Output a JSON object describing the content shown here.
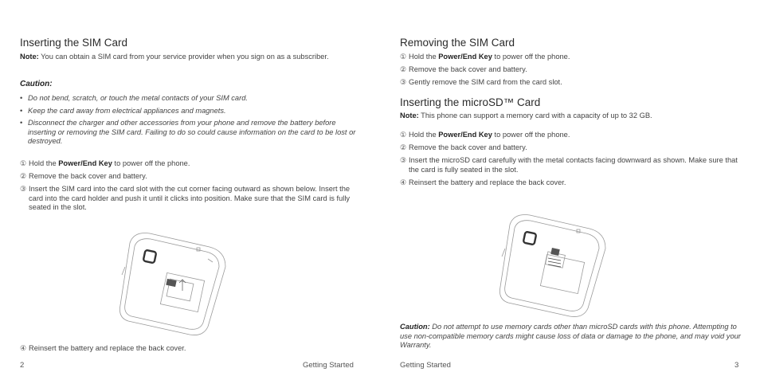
{
  "left": {
    "title": "Inserting the SIM Card",
    "note_label": "Note:",
    "note_text": " You can obtain a SIM card from your service provider when you sign on as a subscriber.",
    "caution_label": "Caution:",
    "bullets": [
      "Do not bend, scratch, or touch the metal contacts of your SIM card.",
      "Keep the card away from electrical appliances and magnets.",
      "Disconnect the charger and other accessories from your phone and remove the battery before inserting or removing the SIM card. Failing to do so could cause information on the card to be lost or destroyed."
    ],
    "steps": [
      {
        "num": "①",
        "pre": "Hold the ",
        "strong": "Power/End Key",
        "post": " to power off the phone."
      },
      {
        "num": "②",
        "pre": "Remove the back cover and battery.",
        "strong": "",
        "post": ""
      },
      {
        "num": "③",
        "pre": "Insert the SIM card into the card slot with the cut corner facing outward as shown below. Insert the card into the card holder and push it until it clicks into position. Make sure that the SIM card is fully seated in the slot.",
        "strong": "",
        "post": ""
      }
    ],
    "step4": {
      "num": "④",
      "text": "Reinsert the battery and replace the back cover."
    },
    "footer_num": "2",
    "footer_section": "Getting Started"
  },
  "right": {
    "title": "Removing the SIM Card",
    "steps": [
      {
        "num": "①",
        "pre": "Hold the ",
        "strong": "Power/End Key",
        "post": " to power off the phone."
      },
      {
        "num": "②",
        "pre": "Remove the back cover and battery.",
        "strong": "",
        "post": ""
      },
      {
        "num": "③",
        "pre": "Gently remove the SIM card from the card slot.",
        "strong": "",
        "post": ""
      }
    ],
    "title2": "Inserting the microSD™ Card",
    "note_label": "Note:",
    "note_text": " This phone can support a memory card with a capacity of up to 32 GB.",
    "steps2": [
      {
        "num": "①",
        "pre": "Hold the ",
        "strong": "Power/End Key",
        "post": " to power off the phone."
      },
      {
        "num": "②",
        "pre": "Remove the back cover and battery.",
        "strong": "",
        "post": ""
      },
      {
        "num": "③",
        "pre": "Insert the microSD card carefully with the metal contacts facing downward as shown. Make sure that the card is fully seated in the slot.",
        "strong": "",
        "post": ""
      },
      {
        "num": "④",
        "pre": "Reinsert the battery and replace the back cover.",
        "strong": "",
        "post": ""
      }
    ],
    "caution_label": "Caution:",
    "caution_text": " Do not attempt to use memory cards other than microSD cards with this phone. Attempting to use non-compatible memory cards might cause loss of data or damage to the phone, and may void your Warranty.",
    "footer_section": "Getting Started",
    "footer_num": "3"
  }
}
